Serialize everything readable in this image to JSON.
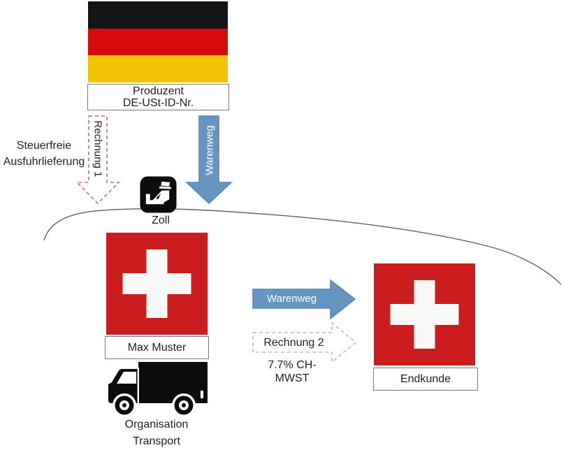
{
  "colors": {
    "german_black": "#141414",
    "german_red": "#d70b0b",
    "german_gold": "#f2c304",
    "swiss_red": "#cb1d1d",
    "arrow_blue_fill": "#6695c2",
    "arrow_blue_stroke": "#5585b5",
    "dashed_blue": "#9dc3e6",
    "dashed_red": "#c96a6a",
    "border_curve": "#606060"
  },
  "producer": {
    "line1": "Produzent",
    "line2": "DE-USt-ID-Nr."
  },
  "tax_note": {
    "line1": "Steuerfreie",
    "line2": "Ausfuhrlieferung"
  },
  "invoice1": {
    "label": "Rechnung 1"
  },
  "goods_down": {
    "label": "Warenweg"
  },
  "customs": {
    "label": "Zoll"
  },
  "importer": {
    "label": "Max Muster"
  },
  "transport": {
    "line1": "Organisation",
    "line2": "Transport"
  },
  "goods_right": {
    "label": "Warenweg"
  },
  "invoice2": {
    "label": "Rechnung 2"
  },
  "vat_note": {
    "line1": "7.7% CH-",
    "line2": "MWST"
  },
  "end_customer": {
    "label": "Endkunde"
  }
}
